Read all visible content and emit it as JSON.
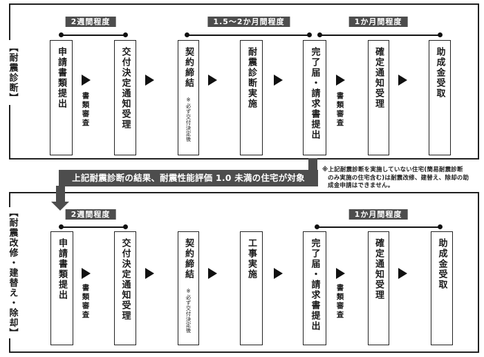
{
  "colors": {
    "accent_dark": "#4d4d4d",
    "ink": "#1a1a1a",
    "background": "#ffffff"
  },
  "diagnosis": {
    "section_label": "【耐震診断】",
    "durations": {
      "d1": "2週間程度",
      "d2": "1.5〜2か月間程度",
      "d3": "1か月間程度"
    },
    "steps": [
      "申請書類提出",
      "交付決定通知受理",
      "契約締結",
      "耐震診断実施",
      "完了届・請求書提出",
      "確定通知受理",
      "助成金受取"
    ],
    "contract_note": "※必ず交付決定後",
    "review_label": "書類審査"
  },
  "banner": {
    "text": "上記耐震診断の結果、耐震性能評価 1.0 未満の住宅が対象"
  },
  "side_note": {
    "line1": "※上記耐震診断を実施していない住宅(簡易耐震診断",
    "line2": "のみ実施の住宅含む)は耐震改修、建替え、除却の助",
    "line3": "成金申請はできません。"
  },
  "retrofit": {
    "section_label": "【耐震改修・建替え・除却】",
    "durations": {
      "d1": "2週間程度",
      "d2": "1か月間程度"
    },
    "steps": [
      "申請書類提出",
      "交付決定通知受理",
      "契約締結",
      "工事実施",
      "完了届・請求書提出",
      "確定通知受理",
      "助成金受取"
    ],
    "contract_note": "※必ず交付決定後",
    "review_label": "書類審査"
  }
}
